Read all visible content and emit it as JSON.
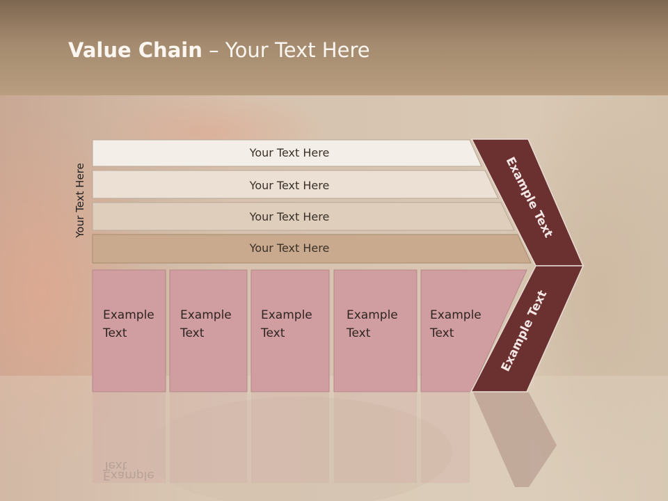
{
  "slide": {
    "title_bold": "Value Chain",
    "title_rest": " – Your Text Here",
    "side_label": "Your Text Here"
  },
  "bands": [
    {
      "label": "Your Text Here",
      "color": "#f3efe8"
    },
    {
      "label": "Your Text Here",
      "color": "#ebe0d3"
    },
    {
      "label": "Your Text Here",
      "color": "#e0cebd"
    },
    {
      "label": "Your Text Here",
      "color": "#c9aa8e"
    }
  ],
  "columns": [
    {
      "line1": "Example",
      "line2": "Text"
    },
    {
      "line1": "Example",
      "line2": "Text"
    },
    {
      "line1": "Example",
      "line2": "Text"
    },
    {
      "line1": "Example",
      "line2": "Text"
    },
    {
      "line1": "Example",
      "line2": "Text"
    }
  ],
  "arrow": {
    "upper_label": "Example Text",
    "lower_label": "Example Text",
    "color": "#6b3030"
  },
  "colors": {
    "column_fill": "#d09ea0",
    "title_band": "#a48a6e",
    "background": "#d8c8b4"
  }
}
